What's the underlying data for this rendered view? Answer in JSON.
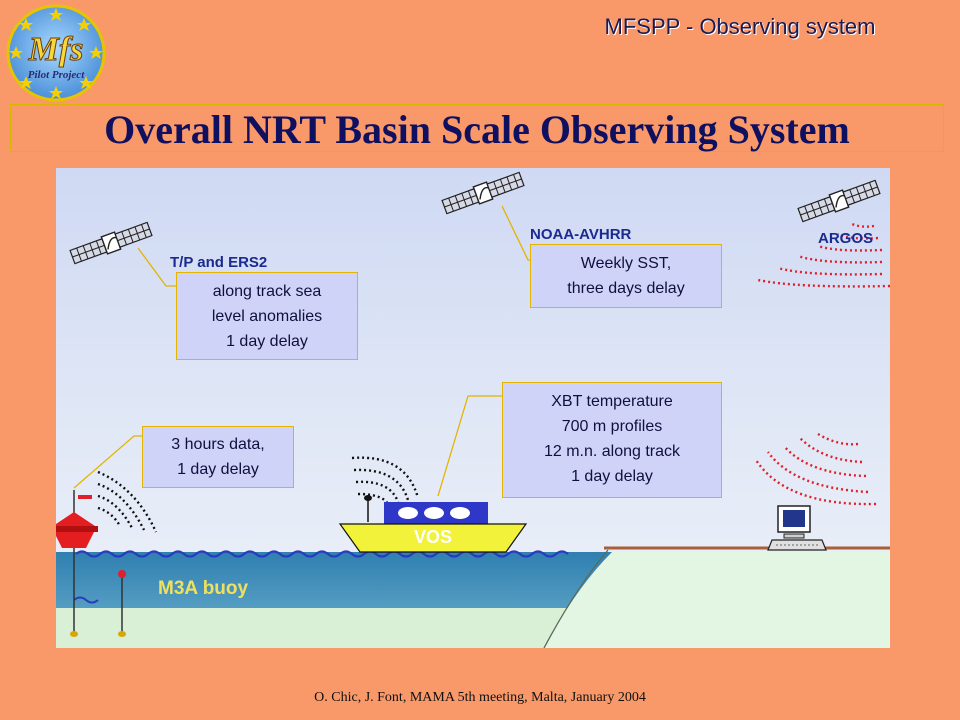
{
  "header": {
    "title": "MFSPP - Observing system"
  },
  "logo": {
    "text_top": "Mfs",
    "text_bottom": "Pilot Project"
  },
  "main_title": "Overall NRT Basin Scale Observing System",
  "satellites": {
    "tp_ers2": {
      "label": "T/P and ERS2",
      "info": [
        "along track sea",
        "level anomalies",
        "1 day delay"
      ]
    },
    "noaa": {
      "label": "NOAA-AVHRR",
      "info": [
        "Weekly SST,",
        "three days delay"
      ]
    },
    "argos": {
      "label": "ARGOS"
    }
  },
  "xbt": {
    "info": [
      "XBT temperature",
      "700 m profiles",
      "12 m.n. along track",
      "1 day delay"
    ]
  },
  "buoy": {
    "info": [
      "3 hours data,",
      "1 day delay"
    ],
    "label": "M3A buoy"
  },
  "ship": {
    "label": "VOS"
  },
  "footer": {
    "text": "O. Chic, J. Font,  MAMA 5th meeting, Malta, January 2004"
  },
  "colors": {
    "background": "#f9996a",
    "panel": "#cfd3f7",
    "panel_border": "#e3b400",
    "sea": "#3a8ab8",
    "land": "#dff3e1",
    "signal_red": "#e0202a",
    "ship_hull": "#f2f23a",
    "ship_cabin": "#2f37c8"
  },
  "icons": [
    "logo-stars-icon",
    "satellite-icon",
    "signal-waves-icon",
    "buoy-icon",
    "ship-icon",
    "computer-icon"
  ]
}
